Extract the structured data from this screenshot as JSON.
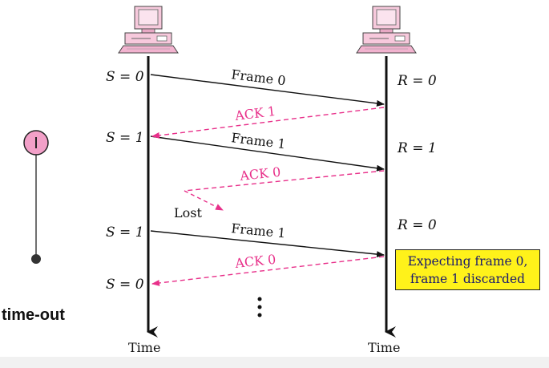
{
  "sender": {
    "states": [
      "S = 0",
      "S = 1",
      "S = 1",
      "S = 0"
    ],
    "time_label": "Time"
  },
  "receiver": {
    "states": [
      "R = 0",
      "R = 1",
      "R = 0"
    ],
    "time_label": "Time"
  },
  "frames": [
    "Frame 0",
    "Frame 1",
    "Frame 1"
  ],
  "acks": [
    "ACK 1",
    "ACK 0",
    "ACK 0"
  ],
  "lost_label": "Lost",
  "note": {
    "line1": "Expecting frame 0,",
    "line2": "frame 1 discarded"
  },
  "timeout_label": "time-out",
  "colors": {
    "frame_arrow": "#111111",
    "ack_arrow": "#e8308a",
    "note_bg": "#fff21a",
    "timer": "#f2a0c8"
  },
  "icons": [
    "computer-icon",
    "computer-icon",
    "timer-icon",
    "ellipsis-icon"
  ]
}
